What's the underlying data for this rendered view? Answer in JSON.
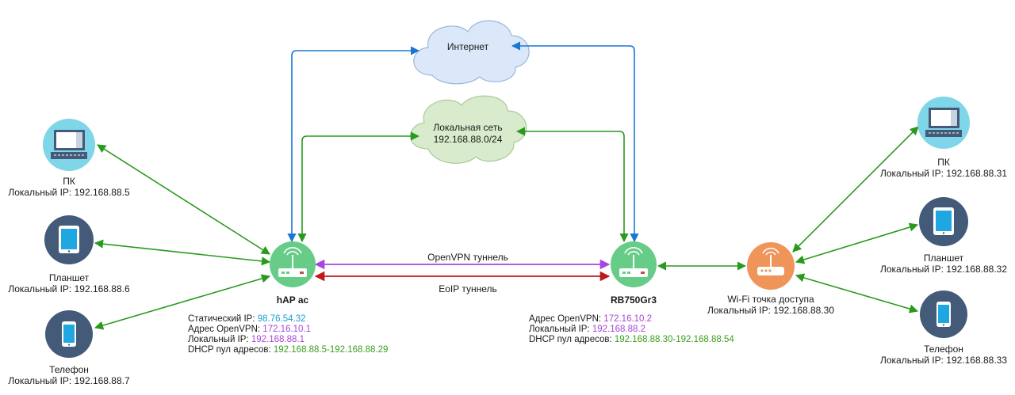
{
  "colors": {
    "blue_line": "#1a76d2",
    "green_line": "#2a9a1e",
    "purple_line": "#a646e0",
    "red_line": "#c01919",
    "router_bg": "#66cc88",
    "ap_bg": "#f0955a",
    "device_bg": "#435a78",
    "pc_bg": "#7fd6e8",
    "cloud_internet": "#dbe8fa",
    "cloud_lan": "#d8eccd",
    "value_blue": "#1aa0d8",
    "value_purple": "#a645d6",
    "value_green": "#3a9e1e"
  },
  "clouds": {
    "internet": {
      "label": "Интернет"
    },
    "lan": {
      "line1": "Локальная сеть",
      "line2": "192.168.88.0/24"
    }
  },
  "tunnels": {
    "openvpn": "OpenVPN туннель",
    "eoip": "EoIP туннель"
  },
  "left_devices": {
    "pc": {
      "name": "ПК",
      "ip": "Локальный IP: 192.168.88.5",
      "icon": "desktop-pc-icon"
    },
    "tablet": {
      "name": "Планшет",
      "ip": "Локальный IP: 192.168.88.6",
      "icon": "tablet-icon"
    },
    "phone": {
      "name": "Телефон",
      "ip": "Локальный IP: 192.168.88.7",
      "icon": "phone-icon"
    }
  },
  "router_left": {
    "name": "hAP ac",
    "icon": "router-icon",
    "static_ip_label": "Статический IP:",
    "static_ip_value": "98.76.54.32",
    "openvpn_label": "Адрес OpenVPN:",
    "openvpn_value": "172.16.10.1",
    "local_ip_label": "Локальный IP:",
    "local_ip_value": "192.168.88.1",
    "dhcp_label": "DHCP пул адресов:",
    "dhcp_value": "192.168.88.5-192.168.88.29"
  },
  "router_right": {
    "name": "RB750Gr3",
    "icon": "router-icon",
    "openvpn_label": "Адрес OpenVPN:",
    "openvpn_value": "172.16.10.2",
    "local_ip_label": "Локальный IP:",
    "local_ip_value": "192.168.88.2",
    "dhcp_label": "DHCP пул адресов:",
    "dhcp_value": "192.168.88.30-192.168.88.54"
  },
  "access_point": {
    "name": "Wi-Fi точка доступа",
    "ip": "Локальный IP: 192.168.88.30",
    "icon": "wifi-access-point-icon"
  },
  "right_devices": {
    "pc": {
      "name": "ПК",
      "ip": "Локальный IP: 192.168.88.31",
      "icon": "desktop-pc-icon"
    },
    "tablet": {
      "name": "Планшет",
      "ip": "Локальный IP: 192.168.88.32",
      "icon": "tablet-icon"
    },
    "phone": {
      "name": "Телефон",
      "ip": "Локальный IP: 192.168.88.33",
      "icon": "phone-icon"
    }
  }
}
